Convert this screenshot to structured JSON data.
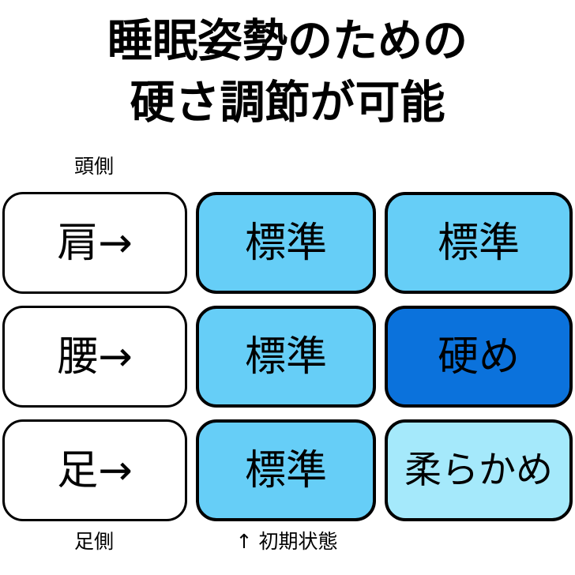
{
  "title": {
    "line1": "睡眠姿勢のための",
    "line2": "硬さ調節が可能"
  },
  "captions": {
    "head_side": "頭側",
    "foot_side": "足側",
    "initial_state": "↑ 初期状態"
  },
  "colors": {
    "standard": "#66cef7",
    "firm": "#0b72dc",
    "soft": "#a5e9fb",
    "label_cell": "#ffffff",
    "border": "#000000",
    "text": "#000000",
    "background": "#ffffff"
  },
  "grid": {
    "rows": [
      {
        "label": "肩→",
        "cells": [
          {
            "text": "標準",
            "level": "standard"
          },
          {
            "text": "標準",
            "level": "standard"
          }
        ]
      },
      {
        "label": "腰→",
        "cells": [
          {
            "text": "標準",
            "level": "standard"
          },
          {
            "text": "硬め",
            "level": "firm"
          }
        ]
      },
      {
        "label": "足→",
        "cells": [
          {
            "text": "標準",
            "level": "standard"
          },
          {
            "text": "柔らかめ",
            "level": "soft"
          }
        ]
      }
    ]
  }
}
